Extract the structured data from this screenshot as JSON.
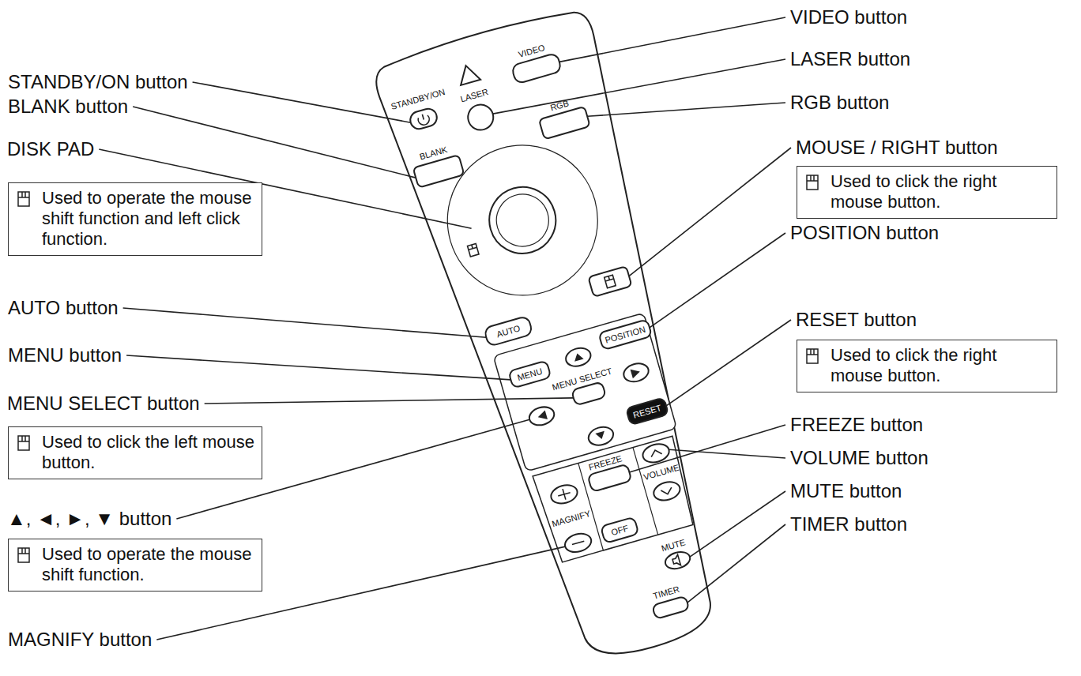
{
  "diagram": {
    "nodes": [
      {
        "text": [
          "DISK PAD",
          "Used to operate the mouse shift function and left click function."
        ]
      },
      {
        "text": [
          "MOUSE / RIGHT button",
          "Used to click the right mouse button."
        ]
      },
      {
        "text": [
          "RESET button",
          "Used to click the right mouse button."
        ]
      },
      {
        "text": [
          "MENU SELECT button",
          "Used to click the left mouse button."
        ]
      },
      {
        "text": [
          "▲, ◄, ►, ▼ button",
          "Used to operate the mouse shift function."
        ]
      }
    ],
    "labels": [
      "STANDBY/ON button",
      "BLANK button",
      "AUTO button",
      "MENU button",
      "MAGNIFY button",
      "VIDEO button",
      "LASER button",
      "RGB button",
      "POSITION button",
      "FREEZE button",
      "VOLUME button",
      "MUTE button",
      "TIMER button",
      "STANDBY/ON",
      "LASER",
      "VIDEO",
      "BLANK",
      "RGB",
      "AUTO",
      "POSITION",
      "MENU",
      "MENU SELECT",
      "RESET",
      "FREEZE",
      "VOLUME",
      "MAGNIFY",
      "OFF",
      "MUTE",
      "TIMER"
    ]
  }
}
